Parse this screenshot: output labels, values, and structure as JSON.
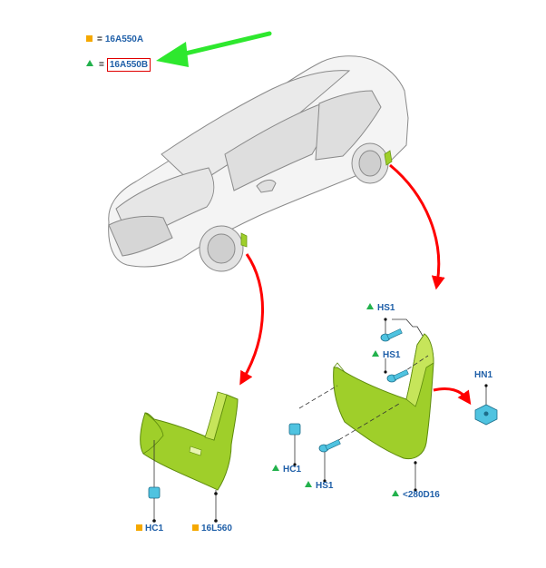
{
  "legend": {
    "square_code": "16A550A",
    "triangle_code": "16A550B",
    "equals": "="
  },
  "left_group": {
    "fastener_code": "HC1",
    "part_code": "16L560"
  },
  "right_group": {
    "screw_top_1": "HS1",
    "screw_top_2": "HS1",
    "nut_code": "HN1",
    "clip_code": "HC1",
    "screw_bottom": "HS1",
    "part_code": "<280D16"
  },
  "colors": {
    "mudflap": "#9fcf2a",
    "mudflap_dark": "#6b9a12",
    "callout_arrow": "#ff0000",
    "pointer_arrow": "#2ee82e",
    "square_marker": "#f5a800",
    "triangle_marker": "#22b14c",
    "label_text": "#1f5fa8",
    "highlight_box": "#e00000",
    "fastener": "#4fc3e0"
  }
}
